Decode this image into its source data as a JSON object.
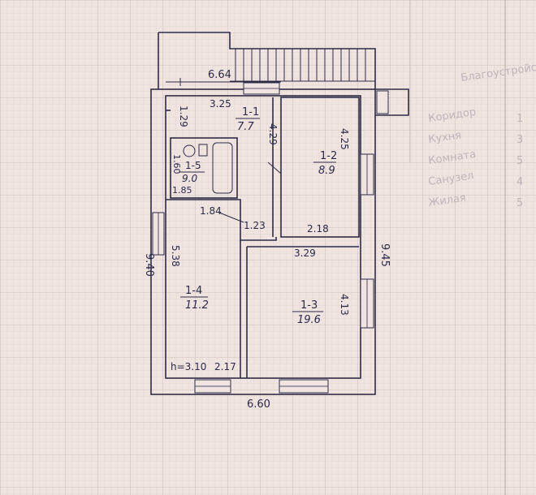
{
  "plan": {
    "rooms": [
      {
        "id": "1-1",
        "area": "7.7"
      },
      {
        "id": "1-2",
        "area": "8.9"
      },
      {
        "id": "1-3",
        "area": "19.6"
      },
      {
        "id": "1-4",
        "area": "11.2"
      },
      {
        "id": "1-5",
        "area": "9.0"
      }
    ],
    "dimensions": {
      "top": "6.64",
      "bottom": "6.60",
      "left": "9.40",
      "right": "9.45",
      "room_1_1_width": "3.25",
      "room_1_1_height": "1.29",
      "room_1_1_side": "4.29",
      "room_1_2_height": "4.25",
      "room_1_2_width": "2.18",
      "room_1_3_width": "3.29",
      "room_1_3_height": "4.13",
      "room_1_4_height": "5.38",
      "room_1_4_width": "2.17",
      "room_1_5_height": "1.60",
      "room_1_5_width": "1.85",
      "corridor_width": "1.84",
      "corridor_step": "1.23"
    },
    "ceiling_height": "h=3.10"
  },
  "legend": {
    "lines": [
      "Коридор",
      "Кухня",
      "Комната",
      "Санузел",
      "Жилая"
    ],
    "header": "Благоустройство",
    "numbers": [
      "1",
      "3",
      "5",
      "4",
      "5"
    ]
  }
}
